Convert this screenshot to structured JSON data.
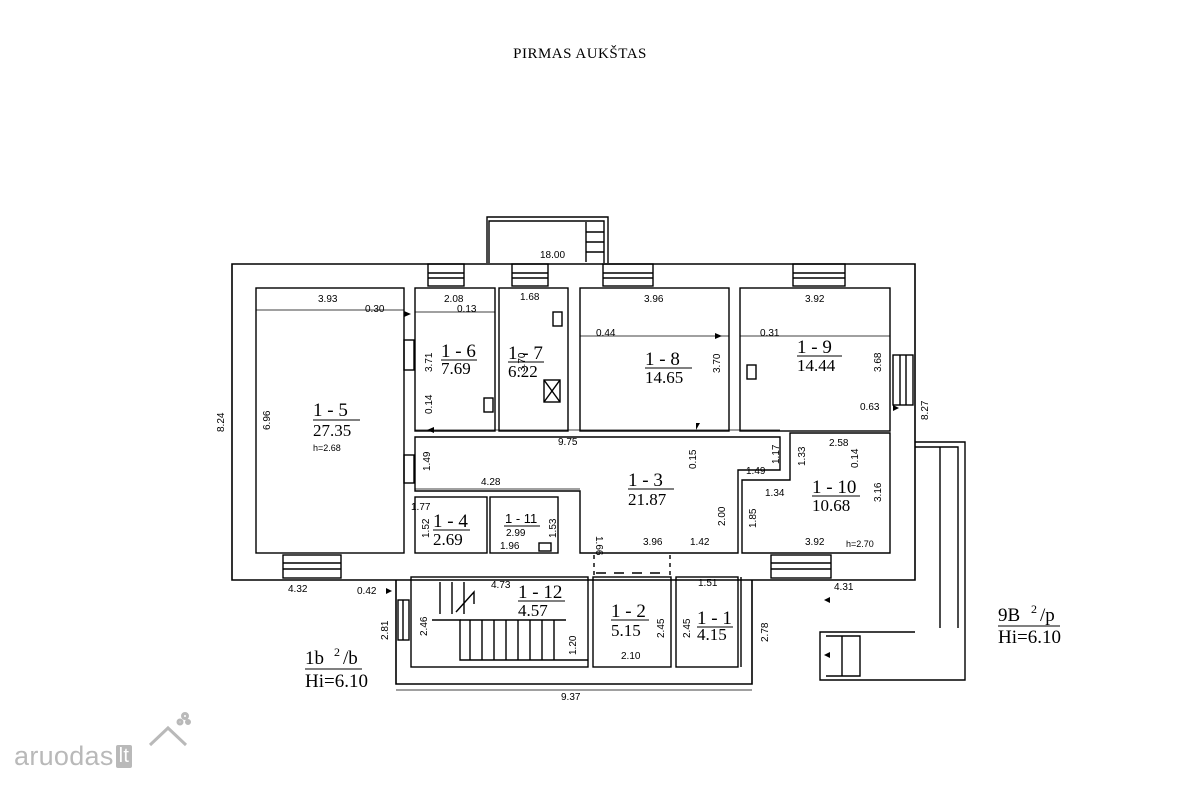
{
  "title": "PIRMAS AUKŠTAS",
  "rooms": [
    {
      "id": "1 - 5",
      "area": "27.35",
      "height": "h=2.68"
    },
    {
      "id": "1 - 6",
      "area": "7.69"
    },
    {
      "id": "1 - 7",
      "area": "6.22"
    },
    {
      "id": "1 - 8",
      "area": "14.65"
    },
    {
      "id": "1 - 9",
      "area": "14.44"
    },
    {
      "id": "1 - 3",
      "area": "21.87"
    },
    {
      "id": "1 - 10",
      "area": "10.68",
      "height": "h=2.70"
    },
    {
      "id": "1 - 4",
      "area": "2.69"
    },
    {
      "id": "1 - 11",
      "area": "2.99"
    },
    {
      "id": "1 - 12",
      "area": "4.57"
    },
    {
      "id": "1 - 2",
      "area": "5.15"
    },
    {
      "id": "1 - 1",
      "area": "4.15"
    }
  ],
  "dimensions": {
    "overall_top": "18.00",
    "overall_left": "8.24",
    "overall_right": "8.27",
    "r5_top": "3.93",
    "r5_gap": "0.30",
    "r5_height": "6.96",
    "r5_bottom": "4.32",
    "r5_corner": "0.42",
    "r6_top": "2.08",
    "r6_gap": "0.13",
    "r6_height": "3.71",
    "r6_small": "0.14",
    "r7_top": "1.68",
    "r7_height": "3.70",
    "r8_top": "3.96",
    "r8_gap": "0.44",
    "r8_height": "3.70",
    "r9_top": "3.92",
    "r9_gap": "0.31",
    "r9_height": "3.68",
    "r9_small": "0.63",
    "r3_top": "9.75",
    "r3_left": "1.49",
    "r3_small": "0.15",
    "r3_stair": "1.49",
    "r3_width": "4.28",
    "r3_v1": "1.66",
    "r3_bottom": "3.96",
    "r3_bottom2": "1.42",
    "r3_v2": "2.00",
    "r10_top": "2.58",
    "r10_small": "0.14",
    "r10_v1": "1.33",
    "r10_v2": "1.17",
    "r10_notch": "1.34",
    "r10_left": "1.85",
    "r10_height": "3.16",
    "r10_bottom": "3.92",
    "r4_top": "1.77",
    "r4_height": "1.52",
    "r11_height": "1.53",
    "r11_bottom": "1.96",
    "r12_top": "4.73",
    "r12_height": "2.46",
    "r12_left": "2.81",
    "r12_v": "1.20",
    "r2_height": "2.45",
    "r2_bottom": "2.10",
    "r1_top": "1.51",
    "r1_height": "2.45",
    "r1_right": "2.78",
    "bottom_total": "9.37",
    "terrace": "4.31"
  },
  "legend_left": {
    "code": "1b",
    "sup": "2",
    "suffix": "/b",
    "hi": "Hi=6.10"
  },
  "legend_right": {
    "code": "9B",
    "sup": "2",
    "suffix": "/p",
    "hi": "Hi=6.10"
  },
  "logo": {
    "name": "aruodas",
    "tld": "lt"
  }
}
